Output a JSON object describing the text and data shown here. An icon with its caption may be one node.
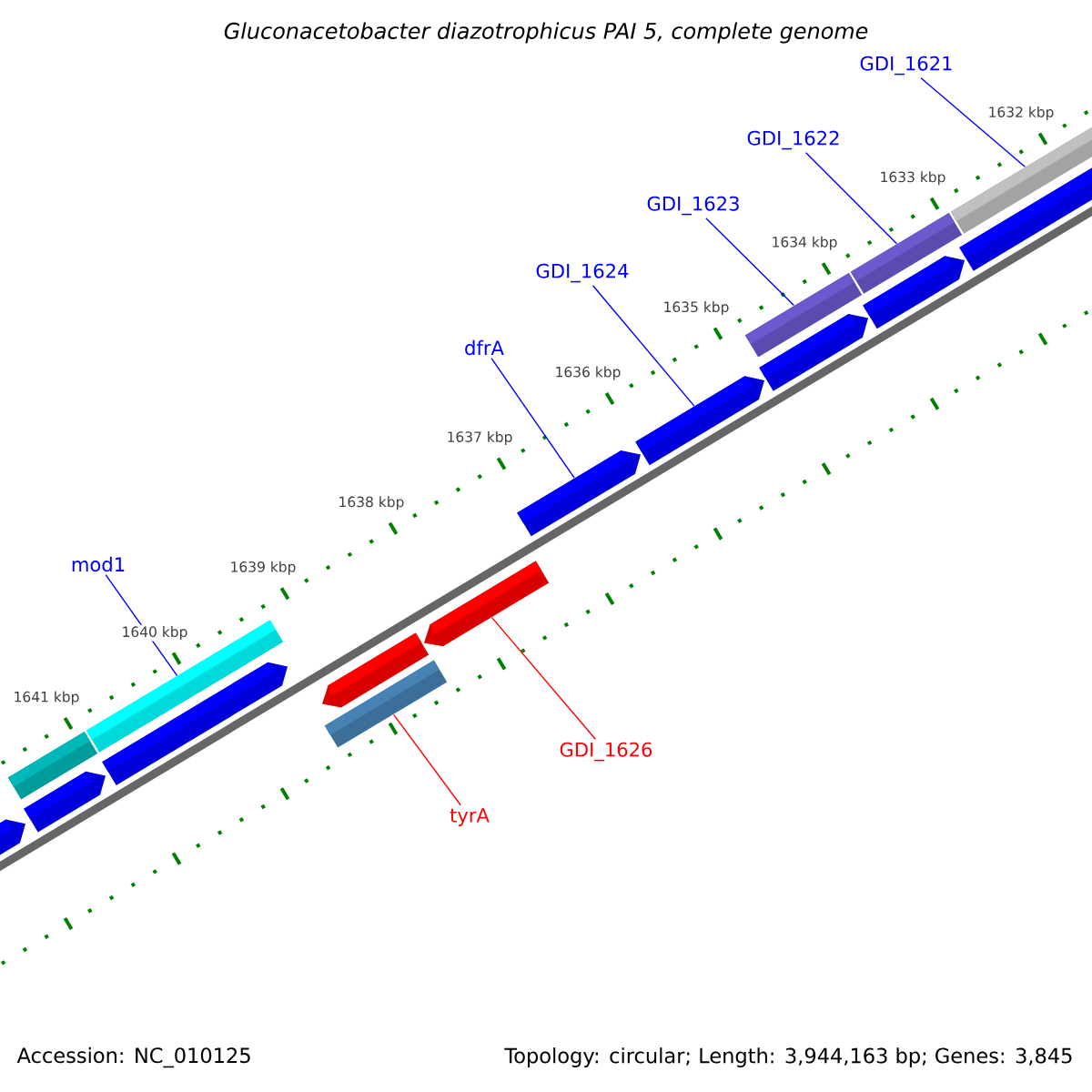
{
  "diagram": {
    "title": "Gluconacetobacter diazotrophicus PAI 5, complete genome",
    "nodes": [
      {
        "text": [
          "GDI_1621"
        ]
      },
      {
        "text": [
          "GDI_1622"
        ]
      },
      {
        "text": [
          "GDI_1623"
        ]
      },
      {
        "text": [
          "GDI_1624"
        ]
      },
      {
        "text": [
          "dfrA"
        ]
      },
      {
        "text": [
          "mod1"
        ]
      },
      {
        "text": [
          "GDI_1626"
        ]
      },
      {
        "text": [
          "tyrA"
        ]
      },
      {
        "text": [],
        "shape": "bar"
      },
      {
        "text": [],
        "shape": "bar"
      },
      {
        "text": [],
        "shape": "bar"
      },
      {
        "text": [],
        "shape": "bar"
      },
      {
        "text": [],
        "shape": "bar"
      },
      {
        "text": [],
        "shape": "bar"
      },
      {
        "text": [],
        "shape": "bar"
      },
      {
        "text": [],
        "shape": "bar"
      }
    ],
    "edges": [
      {
        "from": 0,
        "to": 8,
        "arrow": "none"
      },
      {
        "from": 1,
        "to": 9,
        "arrow": "none"
      },
      {
        "from": 2,
        "to": 10,
        "arrow": "none"
      },
      {
        "from": 3,
        "to": 11,
        "arrow": "none"
      },
      {
        "from": 4,
        "to": 12,
        "arrow": "none"
      },
      {
        "from": 5,
        "to": 13,
        "arrow": "none"
      },
      {
        "from": 6,
        "to": 14,
        "arrow": "none",
        "color": "#ff0000"
      },
      {
        "from": 7,
        "to": 15,
        "arrow": "none",
        "color": "#ff0000"
      }
    ],
    "labels": [
      "1632 kbp",
      "1633 kbp",
      "1634 kbp",
      "1635 kbp",
      "1636 kbp",
      "1637 kbp",
      "1638 kbp",
      "1639 kbp",
      "1640 kbp",
      "1641 kbp",
      "Accession: NC_010125",
      "Topology: circular; Length: 3,944,163 bp; Genes: 3,845"
    ]
  }
}
